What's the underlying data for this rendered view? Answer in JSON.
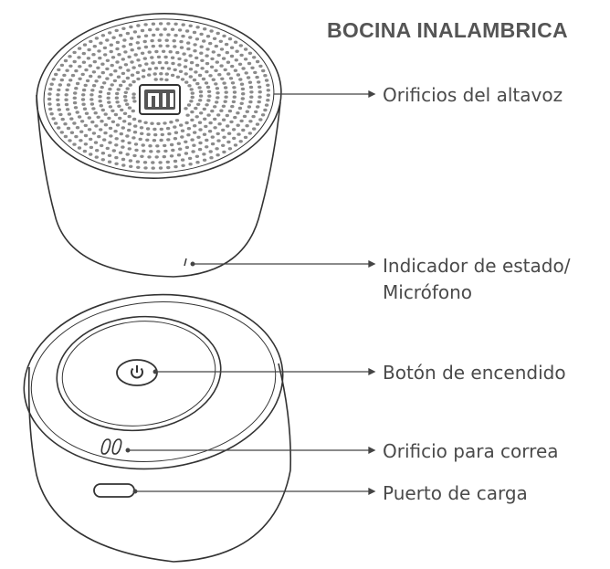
{
  "title": "BOCINA INALAMBRICA",
  "logo_text": "MI",
  "colors": {
    "line": "#333333",
    "text": "#4a4a4a",
    "title": "#555555",
    "hole": "#8a8a8a"
  },
  "callouts": [
    {
      "id": "speaker-holes",
      "lines": [
        "Orificios del altavoz"
      ]
    },
    {
      "id": "status-indicator",
      "lines": [
        "Indicador de estado/",
        "Micrófono"
      ]
    },
    {
      "id": "power-button",
      "lines": [
        "Botón de encendido"
      ],
      "icon": "power-icon"
    },
    {
      "id": "strap-hole",
      "lines": [
        "Orificio para correa"
      ]
    },
    {
      "id": "charging-port",
      "lines": [
        "Puerto de carga"
      ]
    }
  ]
}
